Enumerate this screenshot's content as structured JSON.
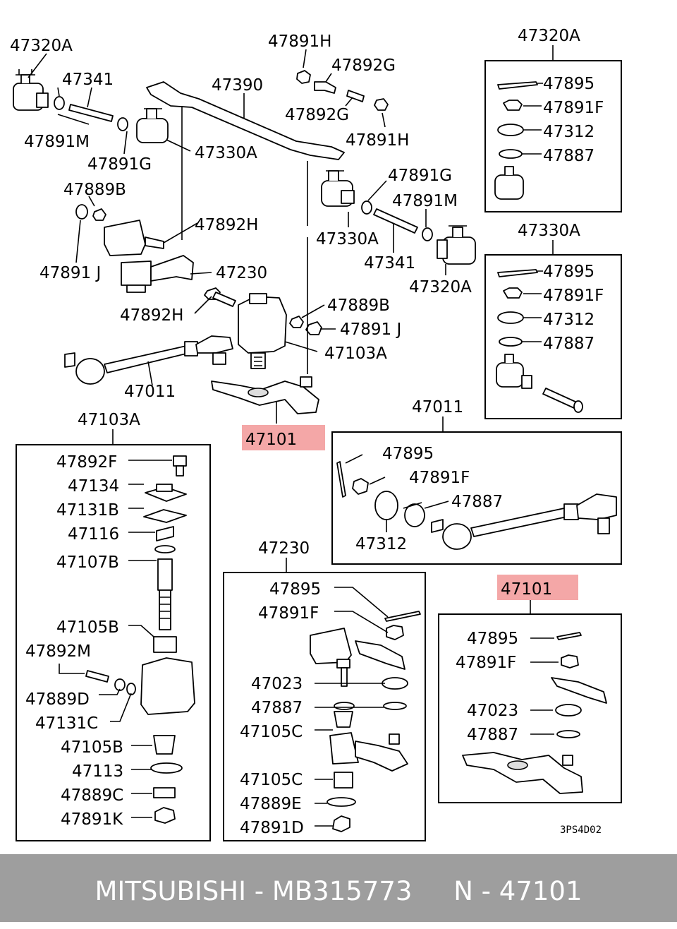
{
  "diagram": {
    "labels": {
      "l1": "47320A",
      "l2": "47341",
      "l3": "47891M",
      "l4": "47891G",
      "l5": "47390",
      "l6": "47891H",
      "l7": "47892G",
      "l8": "47892G",
      "l9": "47891H",
      "l10": "47330A",
      "l11": "47889B",
      "l12": "47892H",
      "l13": "47891 J",
      "l14": "47230",
      "l15": "47891G",
      "l16": "47891M",
      "l17": "47330A",
      "l18": "47341",
      "l19": "47320A",
      "l20": "47892H",
      "l21": "47889B",
      "l22": "47891 J",
      "l23": "47103A",
      "l24": "47011",
      "l25": "47101",
      "r1": "47320A",
      "r2": "47895",
      "r3": "47891F",
      "r4": "47312",
      "r5": "47887",
      "r6": "47330A",
      "r7": "47895",
      "r8": "47891F",
      "r9": "47312",
      "r10": "47887",
      "t1": "47011",
      "t2": "47895",
      "t3": "47891F",
      "t4": "47887",
      "t5": "47312",
      "a1": "47103A",
      "a2": "47892F",
      "a3": "47134",
      "a4": "47131B",
      "a5": "47116",
      "a6": "47107B",
      "a7": "47105B",
      "a8": "47892M",
      "a9": "47889D",
      "a10": "47131C",
      "a11": "47105B",
      "a12": "47113",
      "a13": "47889C",
      "a14": "47891K",
      "b1": "47230",
      "b2": "47895",
      "b3": "47891F",
      "b4": "47023",
      "b5": "47887",
      "b6": "47105C",
      "b7": "47105C",
      "b8": "47889E",
      "b9": "47891D",
      "c1": "47101",
      "c2": "47895",
      "c3": "47891F",
      "c4": "47023",
      "c5": "47887",
      "code": "3PS4D02"
    },
    "highlight_color": "#f4a7a7"
  },
  "footer": {
    "text": "MITSUBISHI - MB315773     N - 47101",
    "background": "#9e9e9e"
  }
}
